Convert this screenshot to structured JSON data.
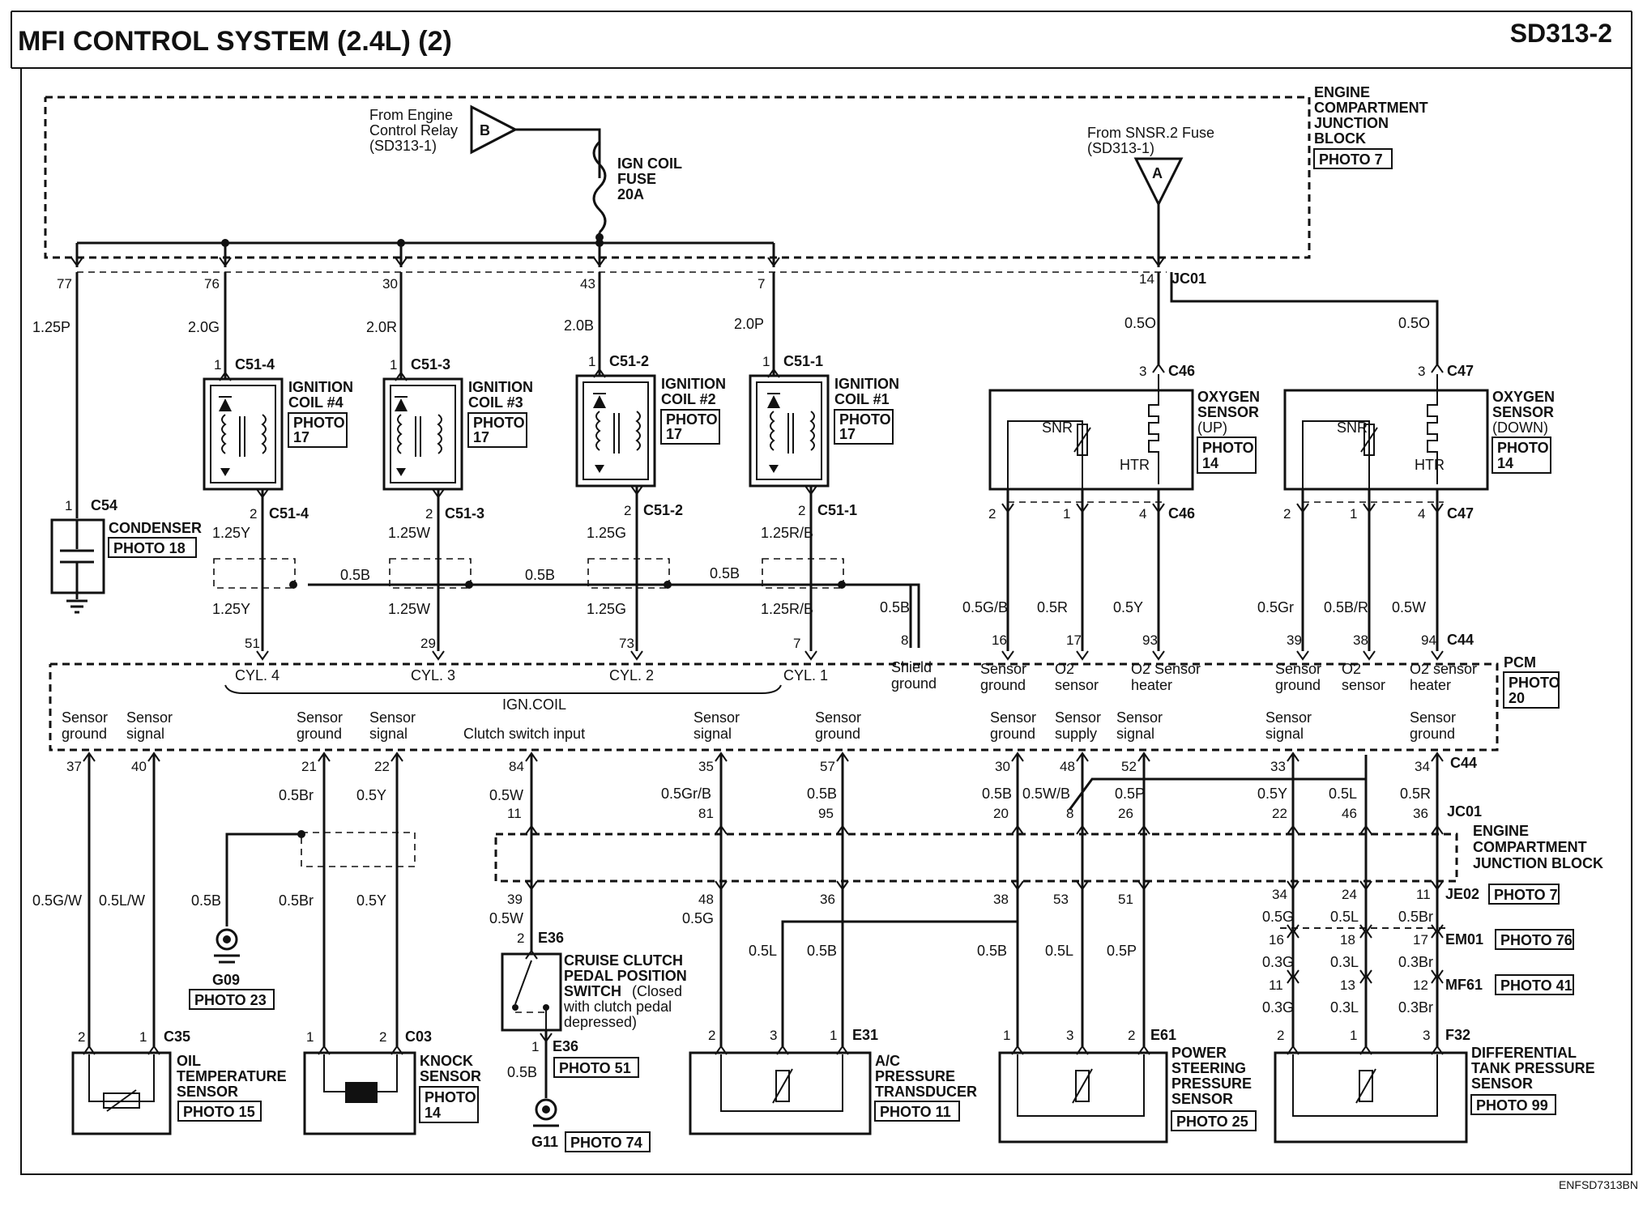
{
  "title": "MFI CONTROL SYSTEM (2.4L) (2)",
  "diagram_code": "SD313-2",
  "footer_code": "ENFSD7313BN",
  "ecjb": {
    "label_lines": [
      "ENGINE",
      "COMPARTMENT",
      "JUNCTION",
      "BLOCK"
    ],
    "photo": "PHOTO 7"
  },
  "source_b": {
    "lines": [
      "From Engine",
      "Control Relay",
      "(SD313-1)"
    ],
    "letter": "B"
  },
  "source_a": {
    "lines": [
      "From SNSR.2 Fuse",
      "(SD313-1)"
    ],
    "letter": "A"
  },
  "fuse": {
    "lines": [
      "IGN COIL",
      "FUSE",
      "20A"
    ]
  },
  "top_pins": {
    "p77": "77",
    "p76": "76",
    "p30": "30",
    "p43": "43",
    "p7": "7",
    "p14": "14",
    "jc01": "JC01"
  },
  "top_wires": {
    "w1": "1.25P",
    "w2": "2.0G",
    "w3": "2.0R",
    "w4": "2.0B",
    "w5": "2.0P",
    "w6": "0.5O",
    "w7": "0.5O"
  },
  "coils": [
    {
      "pin_top": "1",
      "conn_top": "C51-4",
      "name_lines": [
        "IGNITION",
        "COIL #4"
      ],
      "photo_lines": [
        "PHOTO",
        "17"
      ],
      "pin_bot": "2",
      "conn_bot": "C51-4",
      "wire_a": "1.25Y",
      "wire_b": "1.25Y",
      "pcm_pin": "51",
      "pcm_label": "CYL. 4"
    },
    {
      "pin_top": "1",
      "conn_top": "C51-3",
      "name_lines": [
        "IGNITION",
        "COIL #3"
      ],
      "photo_lines": [
        "PHOTO",
        "17"
      ],
      "pin_bot": "2",
      "conn_bot": "C51-3",
      "wire_a": "1.25W",
      "wire_b": "1.25W",
      "pcm_pin": "29",
      "pcm_label": "CYL. 3"
    },
    {
      "pin_top": "1",
      "conn_top": "C51-2",
      "name_lines": [
        "IGNITION",
        "COIL #2"
      ],
      "photo_lines": [
        "PHOTO",
        "17"
      ],
      "pin_bot": "2",
      "conn_bot": "C51-2",
      "wire_a": "1.25G",
      "wire_b": "1.25G",
      "pcm_pin": "73",
      "pcm_label": "CYL. 2"
    },
    {
      "pin_top": "1",
      "conn_top": "C51-1",
      "name_lines": [
        "IGNITION",
        "COIL #1"
      ],
      "photo_lines": [
        "PHOTO",
        "17"
      ],
      "pin_bot": "2",
      "conn_bot": "C51-1",
      "wire_a": "1.25R/B",
      "wire_b": "1.25R/B",
      "pcm_pin": "7",
      "pcm_label": "CYL. 1"
    }
  ],
  "shield": {
    "w1": "0.5B",
    "w2": "0.5B",
    "w3": "0.5B",
    "w4": "0.5B",
    "pin": "8",
    "label_lines": [
      "Shield",
      "ground"
    ]
  },
  "condenser": {
    "pin": "1",
    "conn": "C54",
    "name": "CONDENSER",
    "photo": "PHOTO 18"
  },
  "ign_coil_label": "IGN.COIL",
  "o2_up": {
    "pin_top": "3",
    "conn_top": "C46",
    "name_lines": [
      "OXYGEN",
      "SENSOR",
      "(UP)"
    ],
    "photo_lines": [
      "PHOTO",
      "14"
    ],
    "snr": "SNR",
    "htr": "HTR",
    "pins_bot": [
      "2",
      "1",
      "4"
    ],
    "conn_bot": "C46",
    "wires": [
      "0.5G/B",
      "0.5R",
      "0.5Y"
    ],
    "pcm_pins": [
      "16",
      "17",
      "93"
    ],
    "pcm_labels": [
      [
        "Sensor",
        "ground"
      ],
      [
        "O2",
        "sensor"
      ],
      [
        "O2 Sensor",
        "heater"
      ]
    ]
  },
  "o2_down": {
    "pin_top": "3",
    "conn_top": "C47",
    "name_lines": [
      "OXYGEN",
      "SENSOR",
      "(DOWN)"
    ],
    "photo_lines": [
      "PHOTO",
      "14"
    ],
    "snr": "SNR",
    "htr": "HTR",
    "pins_bot": [
      "2",
      "1",
      "4"
    ],
    "conn_bot": "C47",
    "wires": [
      "0.5Gr",
      "0.5B/R",
      "0.5W"
    ],
    "pcm_pins": [
      "39",
      "38",
      "94"
    ],
    "pcm_conn": "C44",
    "pcm_labels": [
      [
        "Sensor",
        "ground"
      ],
      [
        "O2",
        "sensor"
      ],
      [
        "O2 sensor",
        "heater"
      ]
    ]
  },
  "pcm": {
    "label": "PCM",
    "photo_lines": [
      "PHOTO",
      "20"
    ]
  },
  "pcm_bottom_labels": {
    "l1": [
      "Sensor",
      "ground"
    ],
    "l2": [
      "Sensor",
      "signal"
    ],
    "l3": [
      "Sensor",
      "ground"
    ],
    "l4": [
      "Sensor",
      "signal"
    ],
    "l5": "Clutch switch input",
    "l6": [
      "Sensor",
      "signal"
    ],
    "l7": [
      "Sensor",
      "ground"
    ],
    "l8": [
      "Sensor",
      "ground"
    ],
    "l9": [
      "Sensor",
      "supply"
    ],
    "l10": [
      "Sensor",
      "signal"
    ],
    "l11": [
      "Sensor",
      "signal"
    ],
    "l12": [
      "Sensor",
      "ground"
    ]
  },
  "pcm_bottom_pins": [
    "37",
    "40",
    "21",
    "22",
    "84",
    "35",
    "57",
    "30",
    "48",
    "52",
    "33",
    "34"
  ],
  "pcm_bottom_conn": "C44",
  "oil_temp": {
    "wires": [
      "0.5G/W",
      "0.5L/W"
    ],
    "pins": [
      "2",
      "1"
    ],
    "conn": "C35",
    "name_lines": [
      "OIL",
      "TEMPERATURE",
      "SENSOR"
    ],
    "photo": "PHOTO 15"
  },
  "knock": {
    "wires_top": [
      "0.5Br",
      "0.5Y"
    ],
    "wires_bot": [
      "0.5Br",
      "0.5Y"
    ],
    "pins": [
      "1",
      "2"
    ],
    "conn": "C03",
    "name_lines": [
      "KNOCK",
      "SENSOR"
    ],
    "photo_lines": [
      "PHOTO",
      "14"
    ]
  },
  "ground_g09": {
    "wire": "0.5B",
    "name": "G09",
    "photo": "PHOTO 23"
  },
  "clutch": {
    "wire1": "0.5W",
    "pin1": "11",
    "pin2": "39",
    "wire2": "0.5W",
    "pin_top": "2",
    "conn_top": "E36",
    "name_lines": [
      "CRUISE CLUTCH",
      "PEDAL POSITION",
      "SWITCH"
    ],
    "desc_lines": [
      "(Closed",
      "with clutch pedal",
      "depressed)"
    ],
    "pin_bot": "1",
    "conn_bot": "E36",
    "photo": "PHOTO 51",
    "wire3": "0.5B",
    "ground": "G11",
    "ground_photo": "PHOTO 74"
  },
  "ac": {
    "wires_top": [
      "0.5Gr/B",
      "0.5B"
    ],
    "pins_mid": [
      "81",
      "95"
    ],
    "pins_low": [
      "48",
      "36"
    ],
    "wires_low": [
      "0.5G",
      "0.5L",
      "0.5B"
    ],
    "pins": [
      "2",
      "3",
      "1"
    ],
    "conn": "E31",
    "name_lines": [
      "A/C",
      "PRESSURE",
      "TRANSDUCER"
    ],
    "photo": "PHOTO 11"
  },
  "ps": {
    "wires_top": [
      "0.5B",
      "0.5W/B",
      "0.5P"
    ],
    "pins_mid": [
      "20",
      "8",
      "26"
    ],
    "pins_low": [
      "38",
      "53",
      "51"
    ],
    "wires_low": [
      "0.5B",
      "0.5L",
      "0.5P"
    ],
    "pins": [
      "1",
      "3",
      "2"
    ],
    "conn": "E61",
    "name_lines": [
      "POWER",
      "STEERING",
      "PRESSURE",
      "SENSOR"
    ],
    "photo": "PHOTO 25"
  },
  "dtp": {
    "wires_top": [
      "0.5Y",
      "0.5L",
      "0.5R"
    ],
    "pins_mid": [
      "22",
      "46",
      "36"
    ],
    "conn_mid": "JC01",
    "pins_je02": [
      "34",
      "24",
      "11"
    ],
    "conn_je02": "JE02",
    "photo_je02": "PHOTO 7",
    "wires_a": [
      "0.5G",
      "0.5L",
      "0.5Br"
    ],
    "pins_em01": [
      "16",
      "18",
      "17"
    ],
    "conn_em01": "EM01",
    "photo_em01": "PHOTO 76",
    "wires_b": [
      "0.3G",
      "0.3L",
      "0.3Br"
    ],
    "pins_mf61": [
      "11",
      "13",
      "12"
    ],
    "conn_mf61": "MF61",
    "photo_mf61": "PHOTO 41",
    "wires_c": [
      "0.3G",
      "0.3L",
      "0.3Br"
    ],
    "pins": [
      "2",
      "1",
      "3"
    ],
    "conn": "F32",
    "name_lines": [
      "DIFFERENTIAL",
      "TANK PRESSURE",
      "SENSOR"
    ],
    "photo": "PHOTO 99"
  },
  "ecjb2": {
    "label_lines": [
      "ENGINE",
      "COMPARTMENT",
      "JUNCTION BLOCK"
    ]
  }
}
